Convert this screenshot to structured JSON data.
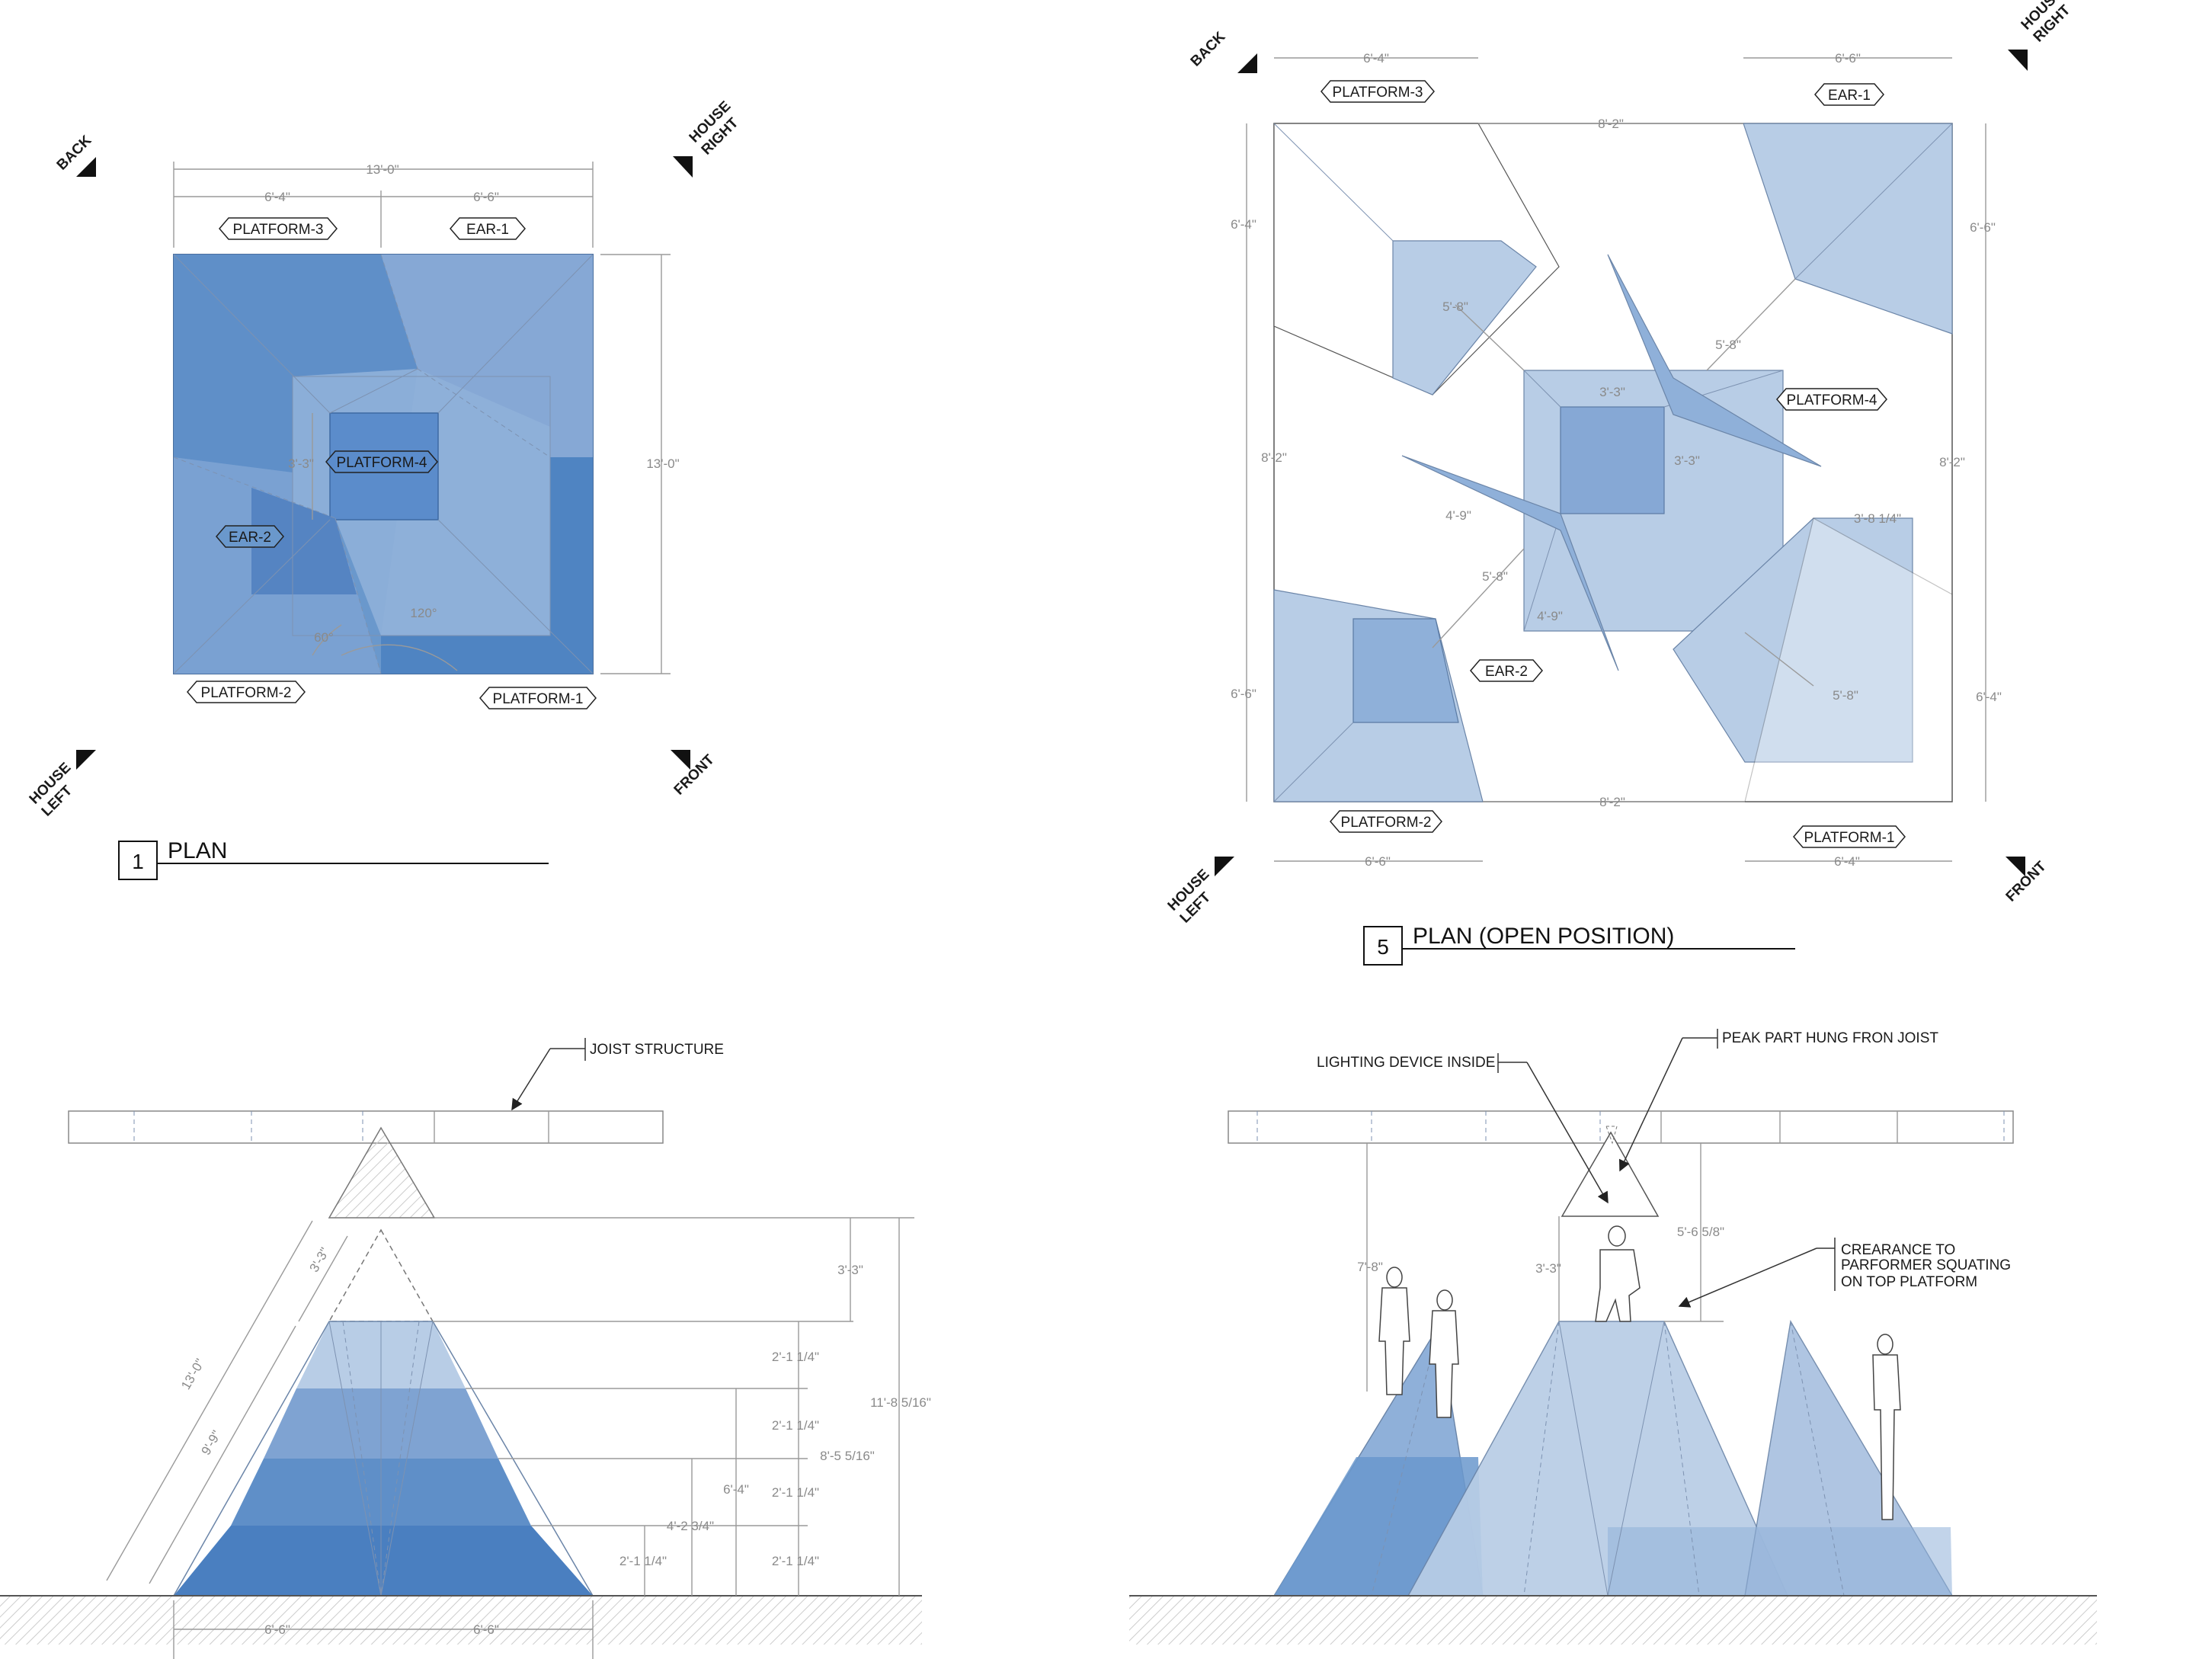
{
  "directions": {
    "back": "BACK",
    "house_right": [
      "HOUSE",
      "RIGHT"
    ],
    "house_left": [
      "HOUSE",
      "LEFT"
    ],
    "front": "FRONT"
  },
  "plan1": {
    "number": "1",
    "title": "PLAN",
    "tags": {
      "platform3": "PLATFORM-3",
      "ear1": "EAR-1",
      "platform4": "PLATFORM-4",
      "ear2": "EAR-2",
      "platform2": "PLATFORM-2",
      "platform1": "PLATFORM-1"
    },
    "dims": {
      "overall_width": "13'-0\"",
      "left_width": "6'-4\"",
      "right_width": "6'-6\"",
      "overall_height": "13'-0\"",
      "inner": "3'-3\"",
      "angle_a": "120°",
      "angle_b": "60°"
    }
  },
  "plan5": {
    "number": "5",
    "title": "PLAN (OPEN POSITION)",
    "tags": {
      "platform3": "PLATFORM-3",
      "ear1": "EAR-1",
      "platform4": "PLATFORM-4",
      "ear2": "EAR-2",
      "platform2": "PLATFORM-2",
      "platform1": "PLATFORM-1"
    },
    "dims": {
      "top_left": "6'-4\"",
      "top_right": "6'-6\"",
      "top_gap": "8'-2\"",
      "left_top": "6'-4\"",
      "left_mid": "8'-2\"",
      "left_bottom": "6'-6\"",
      "right_top": "6'-6\"",
      "right_mid": "8'-2\"",
      "right_bottom": "6'-4\"",
      "bottom_left": "6'-6\"",
      "bottom_gap": "8'-2\"",
      "bottom_right": "6'-4\"",
      "d_5_8_a": "5'-8\"",
      "d_5_8_b": "5'-8\"",
      "d_5_8_c": "5'-8\"",
      "d_5_8_d": "5'-8\"",
      "d_3_3_a": "3'-3\"",
      "d_3_3_b": "3'-3\"",
      "d_4_9_a": "4'-9\"",
      "d_4_9_b": "4'-9\"",
      "d_3_8": "3'-8 1/4\""
    }
  },
  "elev_left": {
    "note_joist": "JOIST STRUCTURE",
    "dims": {
      "slant_overall": "13'-0\"",
      "slant_lower": "9'-9\"",
      "slant_upper": "3'-3\"",
      "base_left": "6'-6\"",
      "base_right": "6'-6\"",
      "tier1": "2'-1 1/4\"",
      "tier2": "2'-1 1/4\"",
      "tier3": "2'-1 1/4\"",
      "tier4": "2'-1 1/4\"",
      "cum1": "2'-1 1/4\"",
      "cum2": "4'-2 3/4\"",
      "cum3": "6'-4\"",
      "cum4": "8'-5 5/16\"",
      "top": "3'-3\"",
      "overall": "11'-8 5/16\""
    }
  },
  "elev_right": {
    "note_lighting": "LIGHTING DEVICE INSIDE",
    "note_peak": "PEAK PART HUNG FRON JOIST",
    "note_clearance": [
      "CREARANCE TO",
      "PARFORMER SQUATING",
      "ON  TOP PLATFORM"
    ],
    "dims": {
      "d_7_8": "7'-8\"",
      "d_3_3": "3'-3\"",
      "d_5_6": "5'-6 5/8\""
    }
  },
  "colors": {
    "deep": "#3f78bb",
    "mid": "#6a98cc",
    "light": "#8fb0d9",
    "pale": "#b8cde6",
    "edge": "#6b85a8"
  }
}
